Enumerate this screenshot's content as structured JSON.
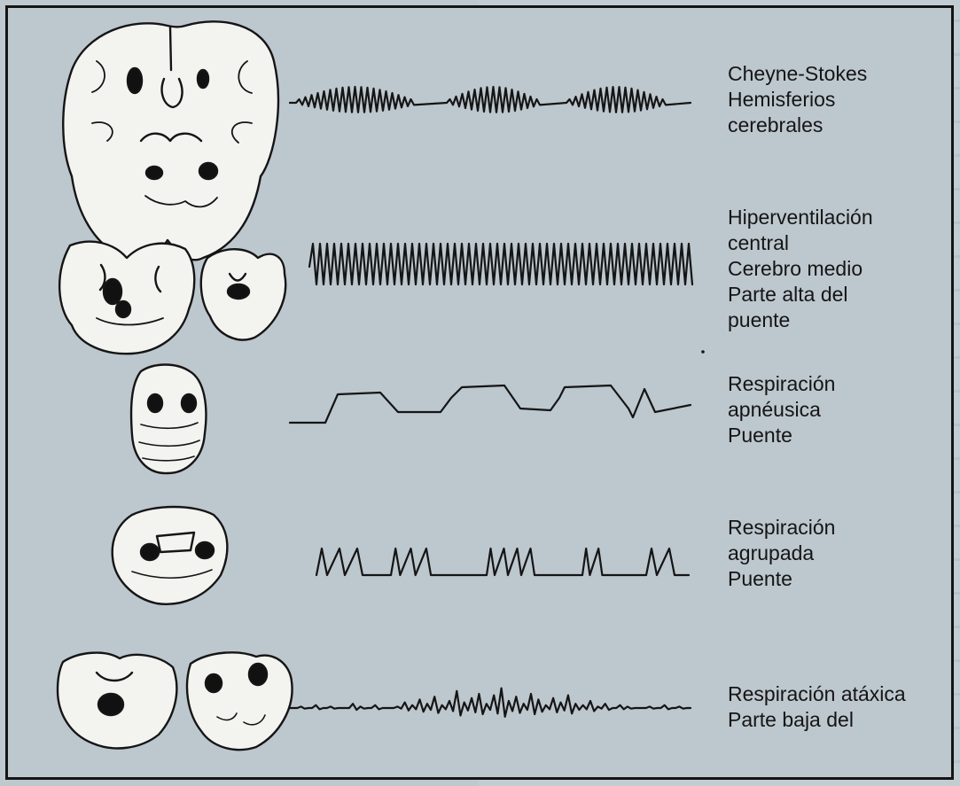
{
  "rows": [
    {
      "pattern": "cheyne-stokes",
      "lines": [
        "Cheyne-Stokes",
        "Hemisferios",
        "cerebrales"
      ]
    },
    {
      "pattern": "central-hyperventilation",
      "lines": [
        "Hiperventilación",
        "central",
        "Cerebro medio",
        "Parte alta del",
        "puente"
      ]
    },
    {
      "pattern": "apneustic",
      "lines": [
        "Respiración",
        "apnéusica",
        "Puente"
      ]
    },
    {
      "pattern": "cluster",
      "lines": [
        "Respiración",
        "agrupada",
        "Puente"
      ]
    },
    {
      "pattern": "ataxic",
      "lines": [
        "Respiración atáxica",
        "Parte baja del"
      ]
    }
  ],
  "colors": {
    "ink": "#151515",
    "background": "#bdc7ce",
    "lesion": "#111111"
  }
}
